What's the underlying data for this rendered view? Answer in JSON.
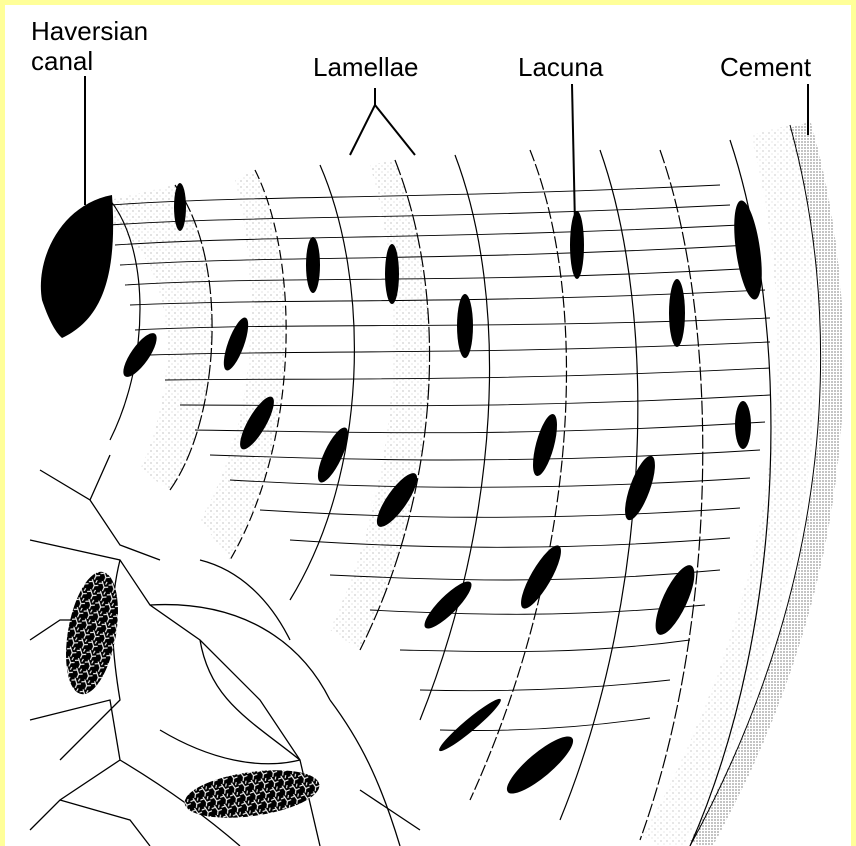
{
  "labels": {
    "haversian_line1": "Haversian",
    "haversian_line2": "canal",
    "lamellae": "Lamellae",
    "lacuna": "Lacuna",
    "cement": "Cement"
  },
  "colors": {
    "border": "#ffff99",
    "background": "#ffffff",
    "ink": "#000000"
  }
}
